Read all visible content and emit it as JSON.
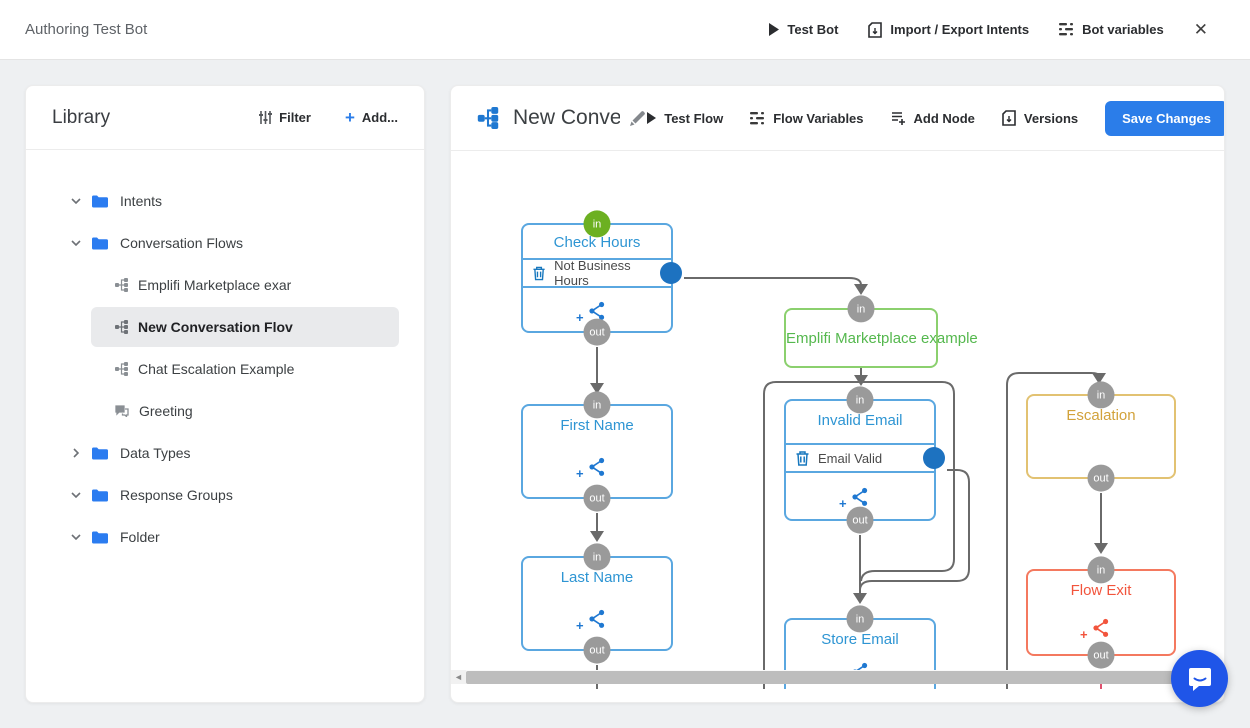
{
  "header": {
    "title": "Authoring Test Bot",
    "test_bot_label": "Test Bot",
    "import_export_label": "Import / Export Intents",
    "bot_variables_label": "Bot variables"
  },
  "icons": {
    "play": "▶",
    "plus": "+",
    "close": "✕",
    "scroll_left": "◄",
    "branch_plus": "+"
  },
  "library": {
    "title": "Library",
    "filter_label": "Filter",
    "add_label": "Add...",
    "tree": [
      {
        "label": "Intents",
        "type": "folder",
        "chevron": "down"
      },
      {
        "label": "Conversation Flows",
        "type": "folder",
        "chevron": "down"
      },
      {
        "label": "Emplifi Marketplace exar",
        "type": "flow"
      },
      {
        "label": "New Conversation Flov",
        "type": "flow",
        "selected": true
      },
      {
        "label": "Chat Escalation Example",
        "type": "flow"
      },
      {
        "label": "Greeting",
        "type": "message"
      },
      {
        "label": "Data Types",
        "type": "folder",
        "chevron": "right"
      },
      {
        "label": "Response Groups",
        "type": "folder",
        "chevron": "down"
      },
      {
        "label": "Folder",
        "type": "folder",
        "chevron": "down"
      }
    ]
  },
  "flow": {
    "title": "New Conversa",
    "toolbar": {
      "test_flow_label": "Test Flow",
      "flow_variables_label": "Flow Variables",
      "add_node_label": "Add Node",
      "versions_label": "Versions",
      "save_label": "Save Changes"
    }
  },
  "canvas": {
    "badge_in": "in",
    "badge_out": "out",
    "nodes": [
      {
        "title": "Check Hours",
        "branch_label": "Not Business Hours",
        "color": "blue",
        "in_badge": "green"
      },
      {
        "title": "Emplifi Marketplace example",
        "color": "green"
      },
      {
        "title": "First Name",
        "color": "blue"
      },
      {
        "title": "Last Name",
        "color": "blue"
      },
      {
        "title": "Invalid Email",
        "branch_label": "Email Valid",
        "color": "blue"
      },
      {
        "title": "Store Email",
        "color": "blue"
      },
      {
        "title": "Escalation",
        "color": "yellow"
      },
      {
        "title": "Flow Exit",
        "color": "red"
      }
    ]
  },
  "colors": {
    "accent_blue": "#2b7de9",
    "node_blue": "#2e95d3",
    "node_green": "#55b84e",
    "node_yellow": "#d2a23b",
    "node_red": "#f2543c",
    "port_blue": "#1d72c0",
    "badge_green": "#6cb021",
    "badge_gray": "#9a9a9a",
    "wire_gray": "#6a6a6a",
    "chat_blue": "#1f55e8"
  }
}
